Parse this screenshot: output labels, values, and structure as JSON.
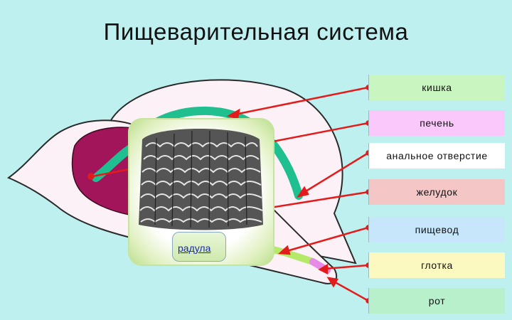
{
  "title": "Пищеварительная система",
  "labels": [
    {
      "text": "кишка",
      "color": "#c8f5c0"
    },
    {
      "text": "печень",
      "color": "#fbc8fb"
    },
    {
      "text": "анальное отверстие",
      "color": "#ffffff"
    },
    {
      "text": "желудок",
      "color": "#f5c6c6"
    },
    {
      "text": "пищевод",
      "color": "#c8e6fb"
    },
    {
      "text": "глотка",
      "color": "#fbf8c0"
    },
    {
      "text": "рот",
      "color": "#b8f0cc"
    }
  ],
  "photo_label": "радула",
  "colors": {
    "background": "#bff0f0",
    "body": "#fbf1f6",
    "liver": "#a3155a",
    "intestine": "#1fbf8f",
    "arrow": "#e31b1b",
    "esophagus": "#b6e86a",
    "pharynx": "#e88ae8"
  }
}
